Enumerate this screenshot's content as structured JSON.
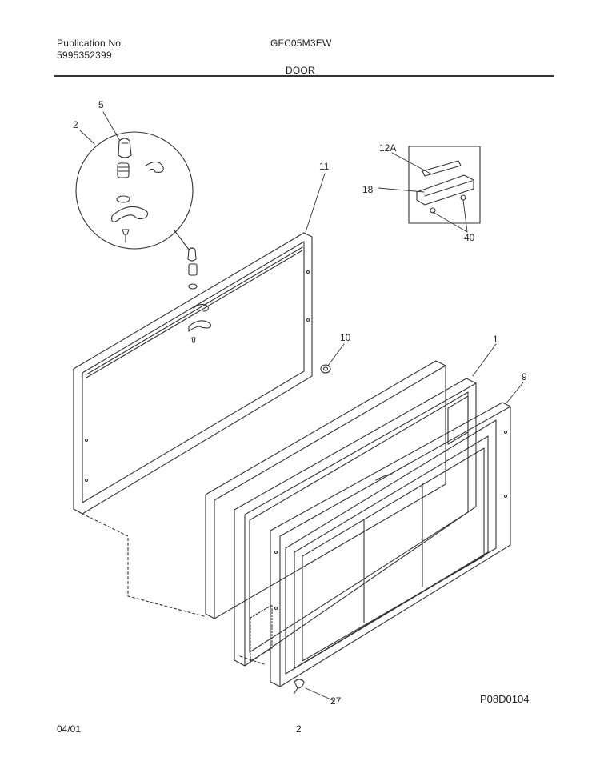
{
  "header": {
    "publication_label": "Publication No.",
    "publication_number": "5995352399",
    "model": "GFC05M3EW",
    "section_title": "DOOR"
  },
  "callouts": {
    "c5": "5",
    "c2": "2",
    "c11": "11",
    "c12a": "12A",
    "c18": "18",
    "c40": "40",
    "c10": "10",
    "c1": "1",
    "c9": "9",
    "c27": "27"
  },
  "drawing_code": "P08D0104",
  "footer": {
    "date": "04/01",
    "page": "2"
  }
}
